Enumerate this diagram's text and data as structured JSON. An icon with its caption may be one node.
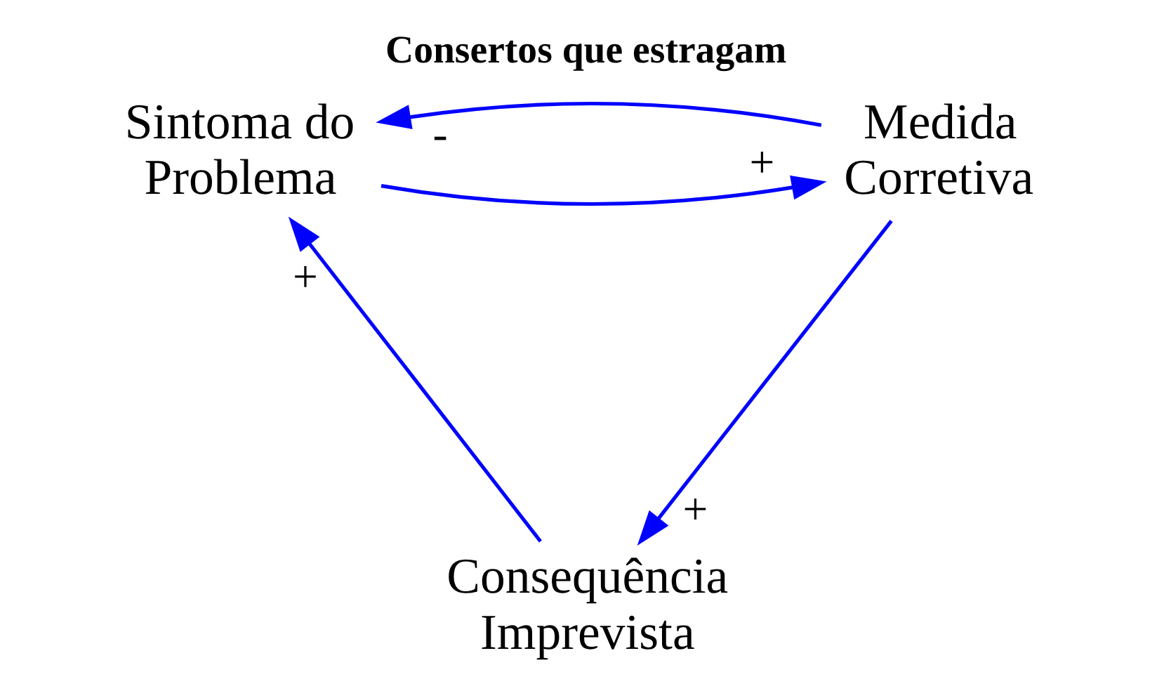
{
  "diagram": {
    "title": "Consertos que estragam",
    "nodes": [
      {
        "text": [
          "Sintoma do Problema"
        ]
      },
      {
        "text": [
          "Medida Corretiva"
        ]
      },
      {
        "text": [
          "Consequência Imprevista"
        ]
      }
    ],
    "edges": [
      {
        "from": 0,
        "to": 1,
        "arrow": "to",
        "label": "+"
      },
      {
        "from": 1,
        "to": 0,
        "arrow": "to",
        "label": "-"
      },
      {
        "from": 1,
        "to": 2,
        "arrow": "to",
        "label": "+"
      },
      {
        "from": 2,
        "to": 0,
        "arrow": "to",
        "label": "+"
      }
    ]
  }
}
